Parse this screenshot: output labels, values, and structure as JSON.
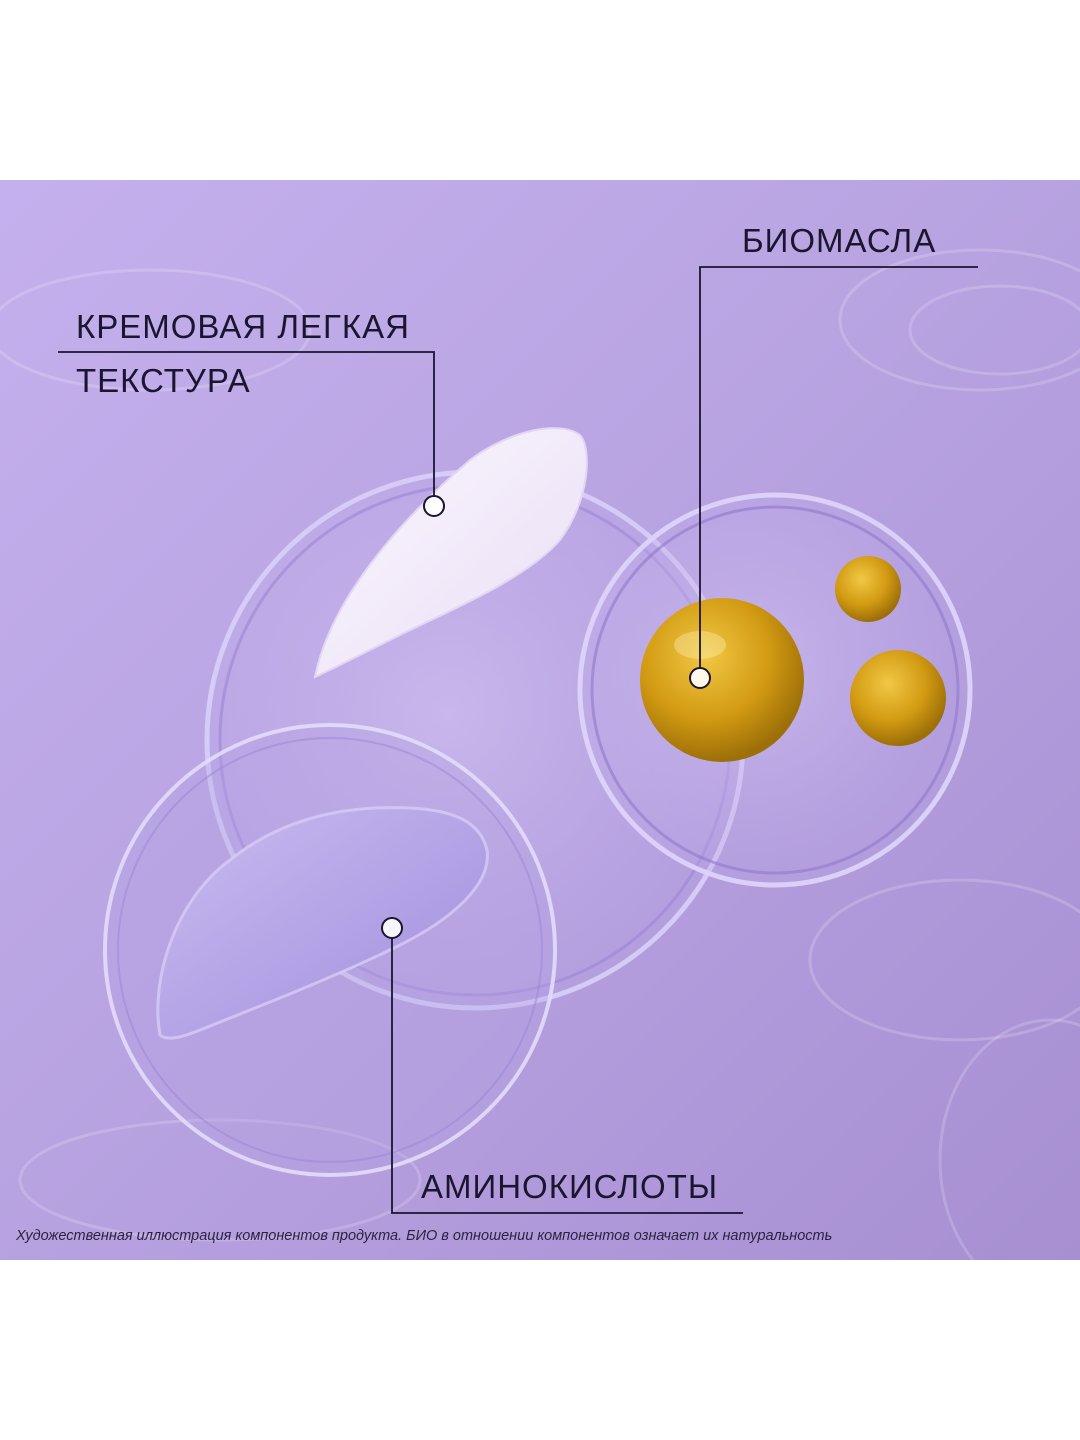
{
  "callouts": {
    "cream_line1": "КРЕМОВАЯ ЛЕГКАЯ",
    "cream_line2": "ТЕКСТУРА",
    "oils": "БИОМАСЛА",
    "amino": "АМИНОКИСЛОТЫ"
  },
  "footnote": "Художественная иллюстрация компонентов продукта. БИО в отношении компонентов означает их натуральность",
  "colors": {
    "background": "#b9a3df",
    "oil": "#d49d10",
    "cream": "#f6effa",
    "gel": "#b8a7e6",
    "text": "#1b1530"
  }
}
